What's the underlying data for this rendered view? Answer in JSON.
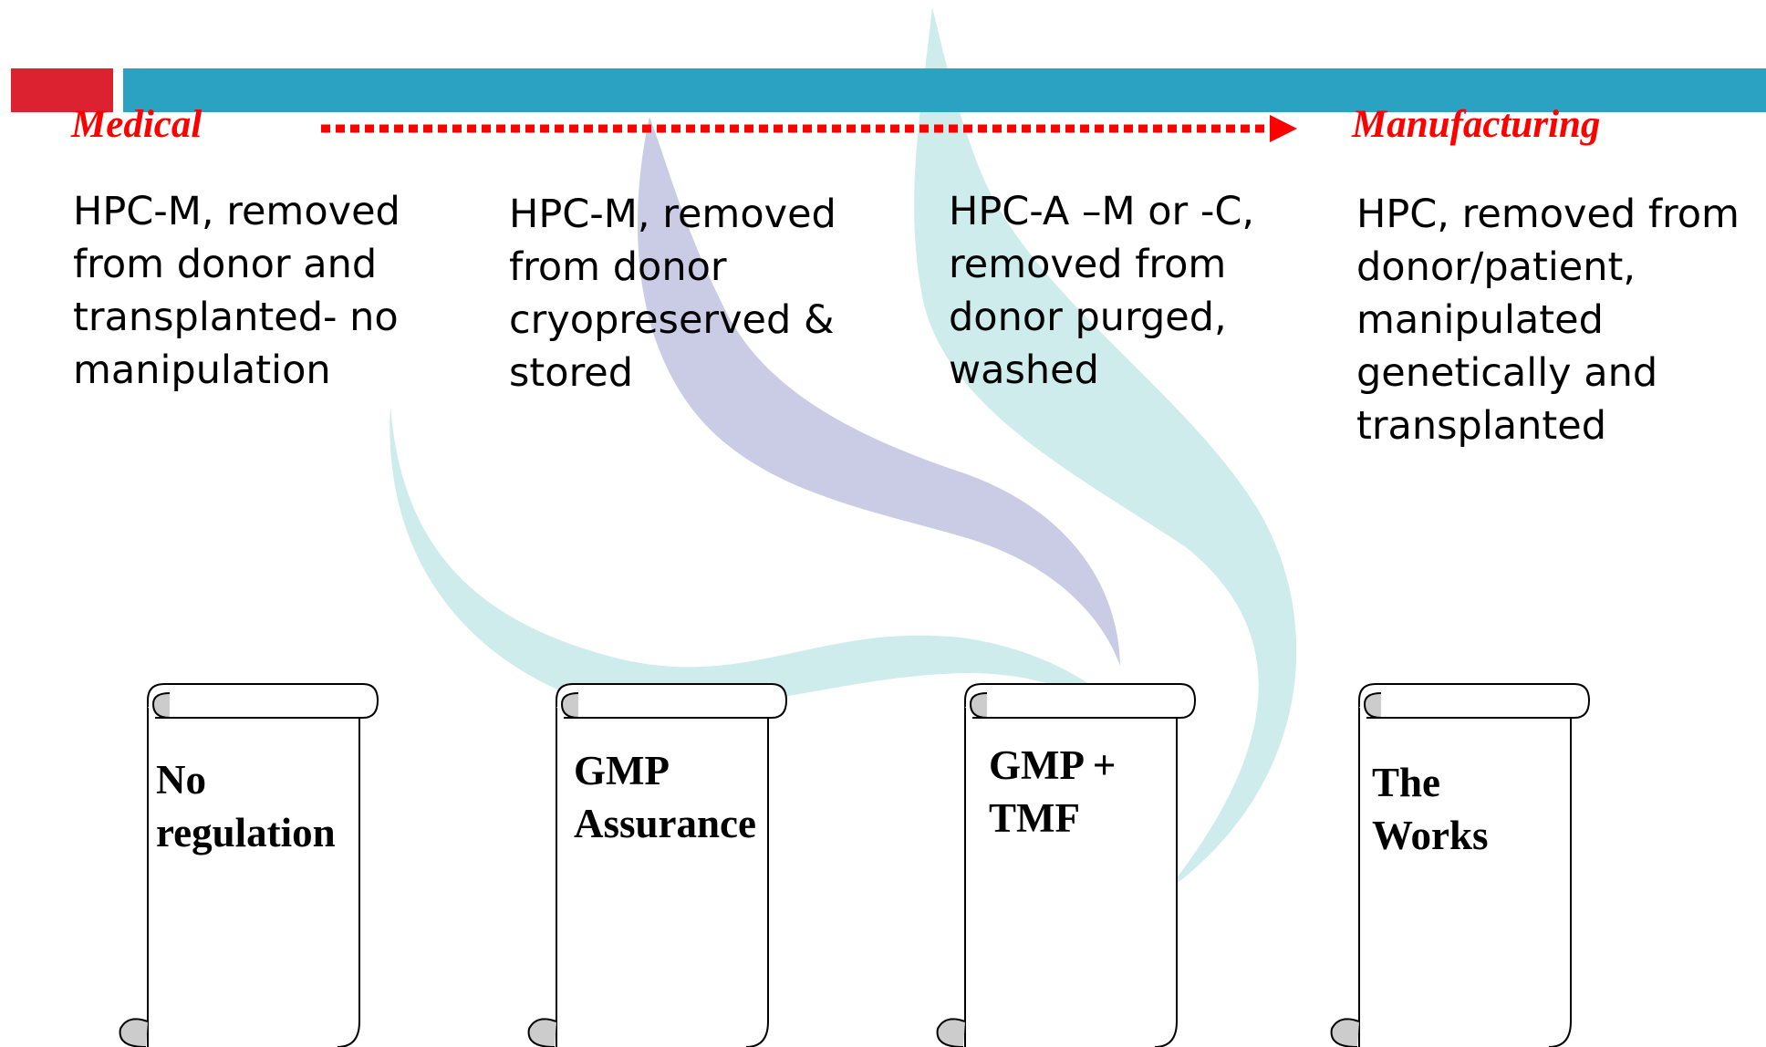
{
  "header": {
    "left_label": "Medical",
    "right_label": "Manufacturing",
    "colors": {
      "red_block": "#dc2230",
      "blue_bar": "#2ba2c2",
      "arrow": "#ff0000"
    }
  },
  "descriptions": [
    "HPC-M, removed from donor and transplanted- no manipulation",
    "HPC-M, removed from donor cryopreserved & stored",
    "HPC-A –M or -C, removed from donor purged, washed",
    "HPC, removed from donor/patient, manipulated genetically and transplanted"
  ],
  "scrolls": [
    "No regulation",
    "GMP Assurance",
    "GMP + TMF",
    "The Works"
  ]
}
